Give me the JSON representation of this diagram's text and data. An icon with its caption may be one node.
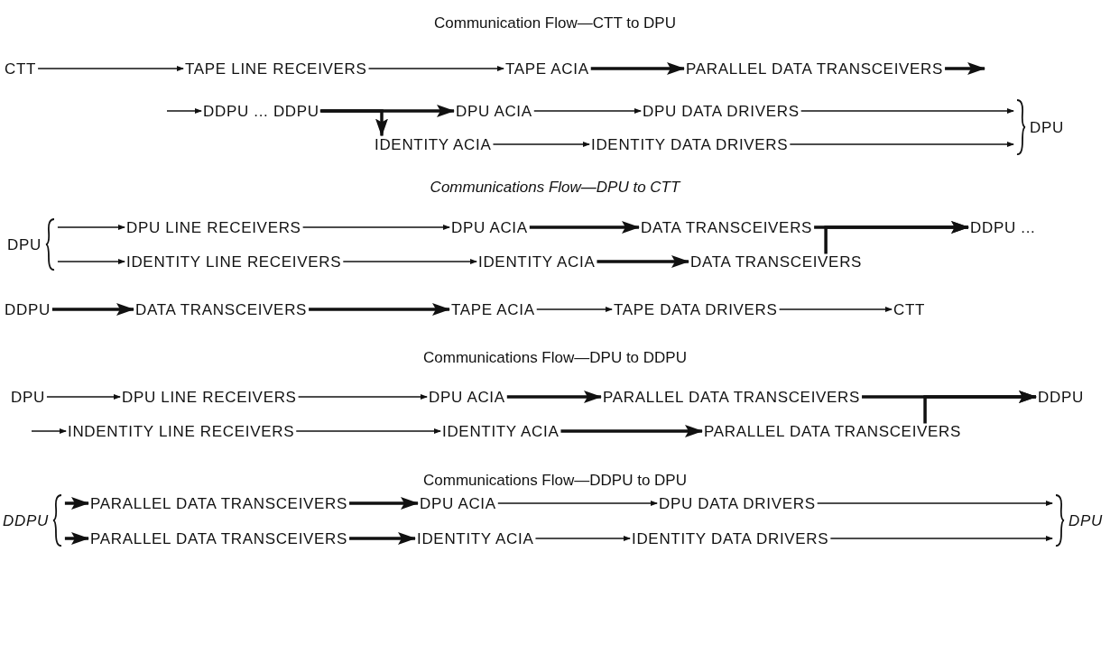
{
  "diagram": {
    "nodes": [
      {
        "text": [
          "CTT"
        ]
      },
      {
        "text": [
          "TAPE LINE RECEIVERS"
        ]
      },
      {
        "text": [
          "TAPE ACIA"
        ]
      },
      {
        "text": [
          "PARALLEL DATA TRANSCEIVERS"
        ]
      },
      {
        "text": [
          "DDPU ... DDPU"
        ]
      },
      {
        "text": [
          "DPU ACIA"
        ]
      },
      {
        "text": [
          "DPU DATA DRIVERS"
        ]
      },
      {
        "text": [
          "IDENTITY ACIA"
        ]
      },
      {
        "text": [
          "IDENTITY DATA DRIVERS"
        ]
      },
      {
        "text": [
          "DPU"
        ]
      },
      {
        "text": [
          "DPU"
        ]
      },
      {
        "text": [
          "DPU LINE RECEIVERS"
        ]
      },
      {
        "text": [
          "DPU ACIA"
        ]
      },
      {
        "text": [
          "DATA TRANSCEIVERS"
        ]
      },
      {
        "text": [
          "DDPU ..."
        ]
      },
      {
        "text": [
          "IDENTITY LINE RECEIVERS"
        ]
      },
      {
        "text": [
          "IDENTITY ACIA"
        ]
      },
      {
        "text": [
          "DATA TRANSCEIVERS"
        ]
      },
      {
        "text": [
          "DDPU"
        ]
      },
      {
        "text": [
          "DATA TRANSCEIVERS"
        ]
      },
      {
        "text": [
          "TAPE ACIA"
        ]
      },
      {
        "text": [
          "TAPE DATA DRIVERS"
        ]
      },
      {
        "text": [
          "CTT"
        ]
      },
      {
        "text": [
          "DPU"
        ]
      },
      {
        "text": [
          "DPU LINE RECEIVERS"
        ]
      },
      {
        "text": [
          "DPU ACIA"
        ]
      },
      {
        "text": [
          "PARALLEL DATA TRANSCEIVERS"
        ]
      },
      {
        "text": [
          "DDPU"
        ]
      },
      {
        "text": [
          "INDENTITY LINE RECEIVERS"
        ]
      },
      {
        "text": [
          "IDENTITY ACIA"
        ]
      },
      {
        "text": [
          "PARALLEL DATA TRANSCEIVERS"
        ]
      },
      {
        "text": [
          "DDPU"
        ]
      },
      {
        "text": [
          "PARALLEL DATA TRANSCEIVERS"
        ]
      },
      {
        "text": [
          "DPU ACIA"
        ]
      },
      {
        "text": [
          "DPU DATA DRIVERS"
        ]
      },
      {
        "text": [
          "PARALLEL DATA TRANSCEIVERS"
        ]
      },
      {
        "text": [
          "IDENTITY ACIA"
        ]
      },
      {
        "text": [
          "IDENTITY DATA DRIVERS"
        ]
      },
      {
        "text": [
          "DPU"
        ]
      }
    ],
    "edges": [
      {
        "from": 0,
        "to": 1,
        "arrow": "to"
      },
      {
        "from": 1,
        "to": 2,
        "arrow": "to"
      },
      {
        "from": 2,
        "to": 3,
        "arrow": "to",
        "style": "thick"
      },
      {
        "from": 3,
        "to": null,
        "arrow": "to",
        "style": "thick"
      },
      {
        "from": null,
        "to": 4,
        "arrow": "to"
      },
      {
        "from": 4,
        "to": 5,
        "arrow": "to",
        "style": "thick"
      },
      {
        "from": 4,
        "to": 7,
        "arrow": "to",
        "style": "thick"
      },
      {
        "from": 5,
        "to": 6,
        "arrow": "to"
      },
      {
        "from": 6,
        "to": 9,
        "arrow": "to"
      },
      {
        "from": 7,
        "to": 8,
        "arrow": "to"
      },
      {
        "from": 8,
        "to": 9,
        "arrow": "to"
      },
      {
        "from": 10,
        "to": 11,
        "arrow": "to"
      },
      {
        "from": 10,
        "to": 15,
        "arrow": "to"
      },
      {
        "from": 11,
        "to": 12,
        "arrow": "to"
      },
      {
        "from": 12,
        "to": 13,
        "arrow": "to",
        "style": "thick"
      },
      {
        "from": 13,
        "to": 14,
        "arrow": "to",
        "style": "thick"
      },
      {
        "from": 15,
        "to": 16,
        "arrow": "to"
      },
      {
        "from": 16,
        "to": 17,
        "arrow": "to",
        "style": "thick"
      },
      {
        "from": 17,
        "to": 14,
        "arrow": "to",
        "style": "thick"
      },
      {
        "from": 18,
        "to": 19,
        "arrow": "to",
        "style": "thick"
      },
      {
        "from": 19,
        "to": 20,
        "arrow": "to",
        "style": "thick"
      },
      {
        "from": 20,
        "to": 21,
        "arrow": "to"
      },
      {
        "from": 21,
        "to": 22,
        "arrow": "to"
      },
      {
        "from": 23,
        "to": 24,
        "arrow": "to"
      },
      {
        "from": 24,
        "to": 25,
        "arrow": "to"
      },
      {
        "from": 25,
        "to": 26,
        "arrow": "to",
        "style": "thick"
      },
      {
        "from": 26,
        "to": 27,
        "arrow": "to",
        "style": "thick"
      },
      {
        "from": null,
        "to": 28,
        "arrow": "to"
      },
      {
        "from": 28,
        "to": 29,
        "arrow": "to"
      },
      {
        "from": 29,
        "to": 30,
        "arrow": "to",
        "style": "thick"
      },
      {
        "from": 30,
        "to": 27,
        "arrow": "to",
        "style": "thick"
      },
      {
        "from": 31,
        "to": 32,
        "arrow": "to",
        "style": "thick"
      },
      {
        "from": 31,
        "to": 35,
        "arrow": "to",
        "style": "thick"
      },
      {
        "from": 32,
        "to": 33,
        "arrow": "to",
        "style": "thick"
      },
      {
        "from": 33,
        "to": 34,
        "arrow": "to"
      },
      {
        "from": 34,
        "to": 38,
        "arrow": "to"
      },
      {
        "from": 35,
        "to": 36,
        "arrow": "to",
        "style": "thick"
      },
      {
        "from": 36,
        "to": 37,
        "arrow": "to"
      },
      {
        "from": 37,
        "to": 38,
        "arrow": "to"
      }
    ],
    "labels": [
      "Communication Flow—CTT to DPU",
      "Communications Flow—DPU to CTT",
      "Communications Flow—DPU to DDPU",
      "Communications Flow—DDPU to DPU"
    ]
  }
}
